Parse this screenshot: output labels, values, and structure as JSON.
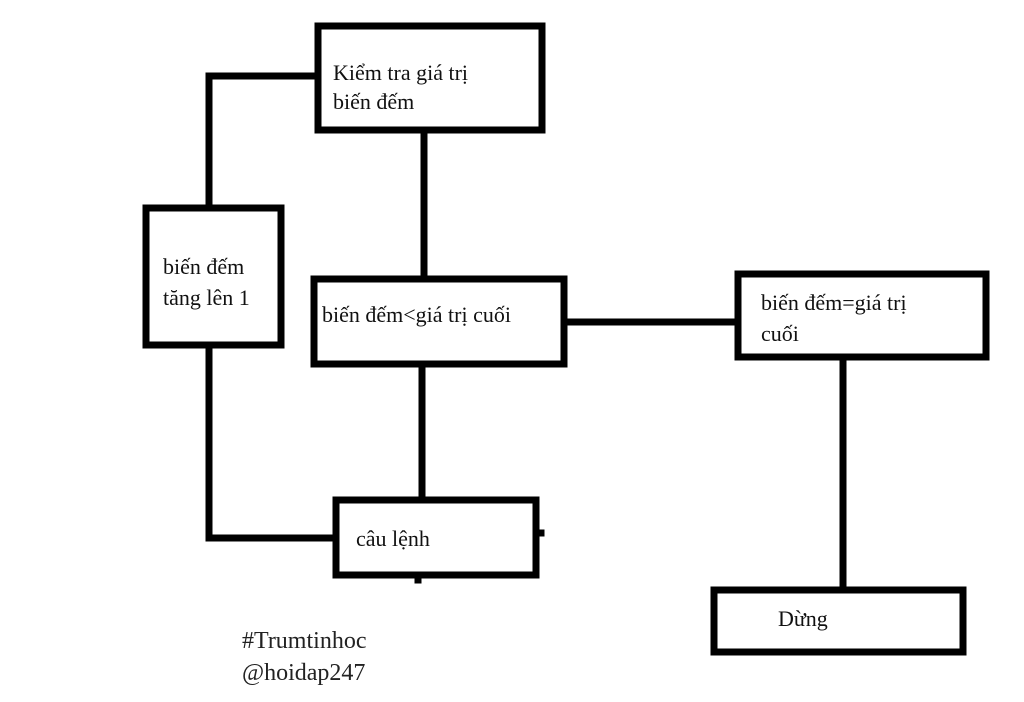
{
  "diagram": {
    "nodes": {
      "check": {
        "lines": [
          "Kiểm tra giá trị",
          "biến đếm"
        ]
      },
      "increment": {
        "lines": [
          "biến đếm",
          "tăng lên 1"
        ]
      },
      "condition": {
        "lines": [
          "biến đếm<giá trị cuối"
        ]
      },
      "equal": {
        "lines": [
          "biến đếm=giá trị",
          "cuối"
        ]
      },
      "statement": {
        "lines": [
          "câu lệnh"
        ]
      },
      "stop": {
        "lines": [
          "Dừng"
        ]
      }
    }
  },
  "footer": {
    "hashtag": "#Trumtinhoc",
    "handle": "@hoidap247"
  }
}
